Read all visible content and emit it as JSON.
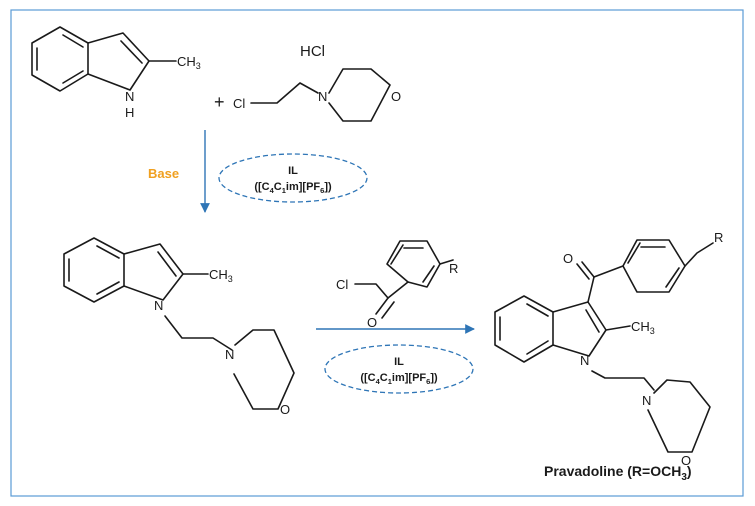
{
  "colors": {
    "frame": "#5b9bd5",
    "arrow": "#2e75b6",
    "ellipse_border": "#2e75b6",
    "base_label": "#f0a020",
    "bond": "#1a1a1a"
  },
  "step1": {
    "reagent_label": "Base",
    "catalyst": {
      "line1": "IL",
      "line2_parts": [
        "([C",
        "4",
        "C",
        "1",
        "im][PF",
        "6",
        "])"
      ]
    }
  },
  "step2": {
    "catalyst": {
      "line1": "IL",
      "line2_parts": [
        "([C",
        "4",
        "C",
        "1",
        "im][PF",
        "6",
        "])"
      ]
    }
  },
  "molecules": {
    "methylindole": {
      "methyl": "CH",
      "methyl_sub": "3",
      "n": "N",
      "h": "H"
    },
    "morpholine_salt": {
      "hcl": "HCl",
      "cl": "Cl",
      "n": "N",
      "o": "O"
    },
    "plus": "+",
    "intermediate": {
      "methyl": "CH",
      "methyl_sub": "3",
      "n1": "N",
      "n2": "N",
      "o": "O"
    },
    "acyl_chloride": {
      "cl": "Cl",
      "o": "O",
      "r": "R"
    },
    "product": {
      "o1": "O",
      "r": "R",
      "methyl": "CH",
      "methyl_sub": "3",
      "n1": "N",
      "n2": "N",
      "o2": "O"
    }
  },
  "product_caption": {
    "main": "Pravadoline (R=OCH",
    "sub": "3",
    "close": ")"
  }
}
